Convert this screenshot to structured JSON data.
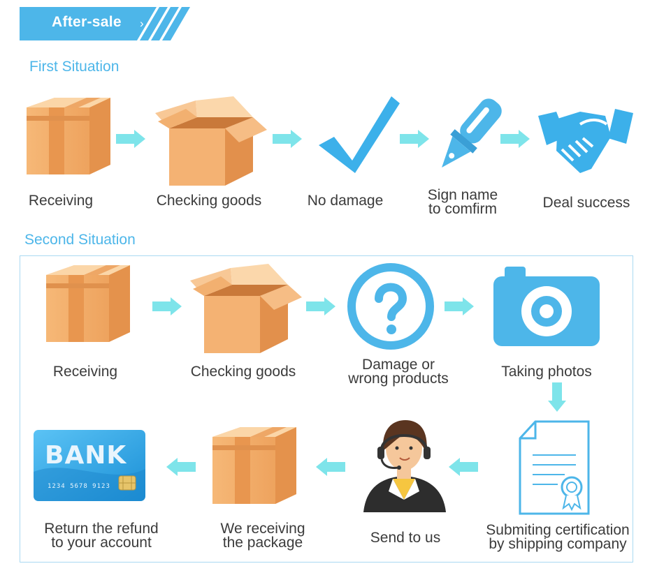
{
  "header": {
    "banner_label": "After-sale",
    "banner_chevron": "›",
    "accent_color": "#4db6e9"
  },
  "first_situation": {
    "title": "First Situation",
    "steps": [
      {
        "label_line1": "Receiving",
        "label_line2": "",
        "icon": "closed-box-icon"
      },
      {
        "label_line1": "Checking goods",
        "label_line2": "",
        "icon": "open-box-icon"
      },
      {
        "label_line1": "No damage",
        "label_line2": "",
        "icon": "checkmark-icon"
      },
      {
        "label_line1": "Sign name",
        "label_line2": "to comfirm",
        "icon": "pen-icon"
      },
      {
        "label_line1": "Deal success",
        "label_line2": "",
        "icon": "handshake-icon"
      }
    ]
  },
  "second_situation": {
    "title": "Second Situation",
    "steps": [
      {
        "label_line1": "Receiving",
        "label_line2": "",
        "icon": "closed-box-icon"
      },
      {
        "label_line1": "Checking goods",
        "label_line2": "",
        "icon": "open-box-icon"
      },
      {
        "label_line1": "Damage or",
        "label_line2": "wrong products",
        "icon": "question-icon"
      },
      {
        "label_line1": "Taking photos",
        "label_line2": "",
        "icon": "camera-icon"
      },
      {
        "label_line1": "Submiting certification",
        "label_line2": "by shipping company",
        "icon": "certificate-icon"
      },
      {
        "label_line1": "Send to us",
        "label_line2": "",
        "icon": "support-agent-icon"
      },
      {
        "label_line1": "We receiving",
        "label_line2": "the package",
        "icon": "closed-box-icon"
      },
      {
        "label_line1": "Return the refund",
        "label_line2": "to your account",
        "icon": "bank-card-icon"
      }
    ],
    "bank_card": {
      "brand": "BANK",
      "number": "1234 5678 9123"
    }
  }
}
